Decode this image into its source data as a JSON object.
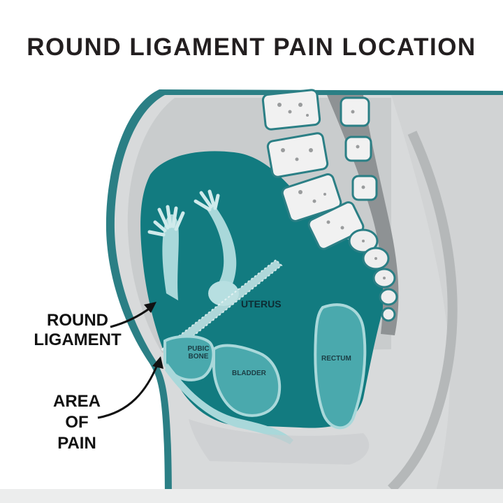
{
  "title": "ROUND LIGAMENT PAIN LOCATION",
  "callouts": {
    "round_ligament": [
      "ROUND",
      "LIGAMENT"
    ],
    "area_of_pain": [
      "AREA",
      "OF",
      "PAIN"
    ]
  },
  "organs": {
    "uterus": "UTERUS",
    "pubic_bone": [
      "PUBIC",
      "BONE"
    ],
    "bladder": "BLADDER",
    "rectum": "RECTUM"
  },
  "colors": {
    "teal_dark": "#117a80",
    "teal_mid": "#4aa9ad",
    "teal_light": "#a9d8da",
    "body_gray": "#d6d8d9",
    "body_gray_dark": "#b9bcbd",
    "bone_white": "#f1f1f1",
    "outline": "#2b7f85",
    "text_dark": "#231f20"
  }
}
